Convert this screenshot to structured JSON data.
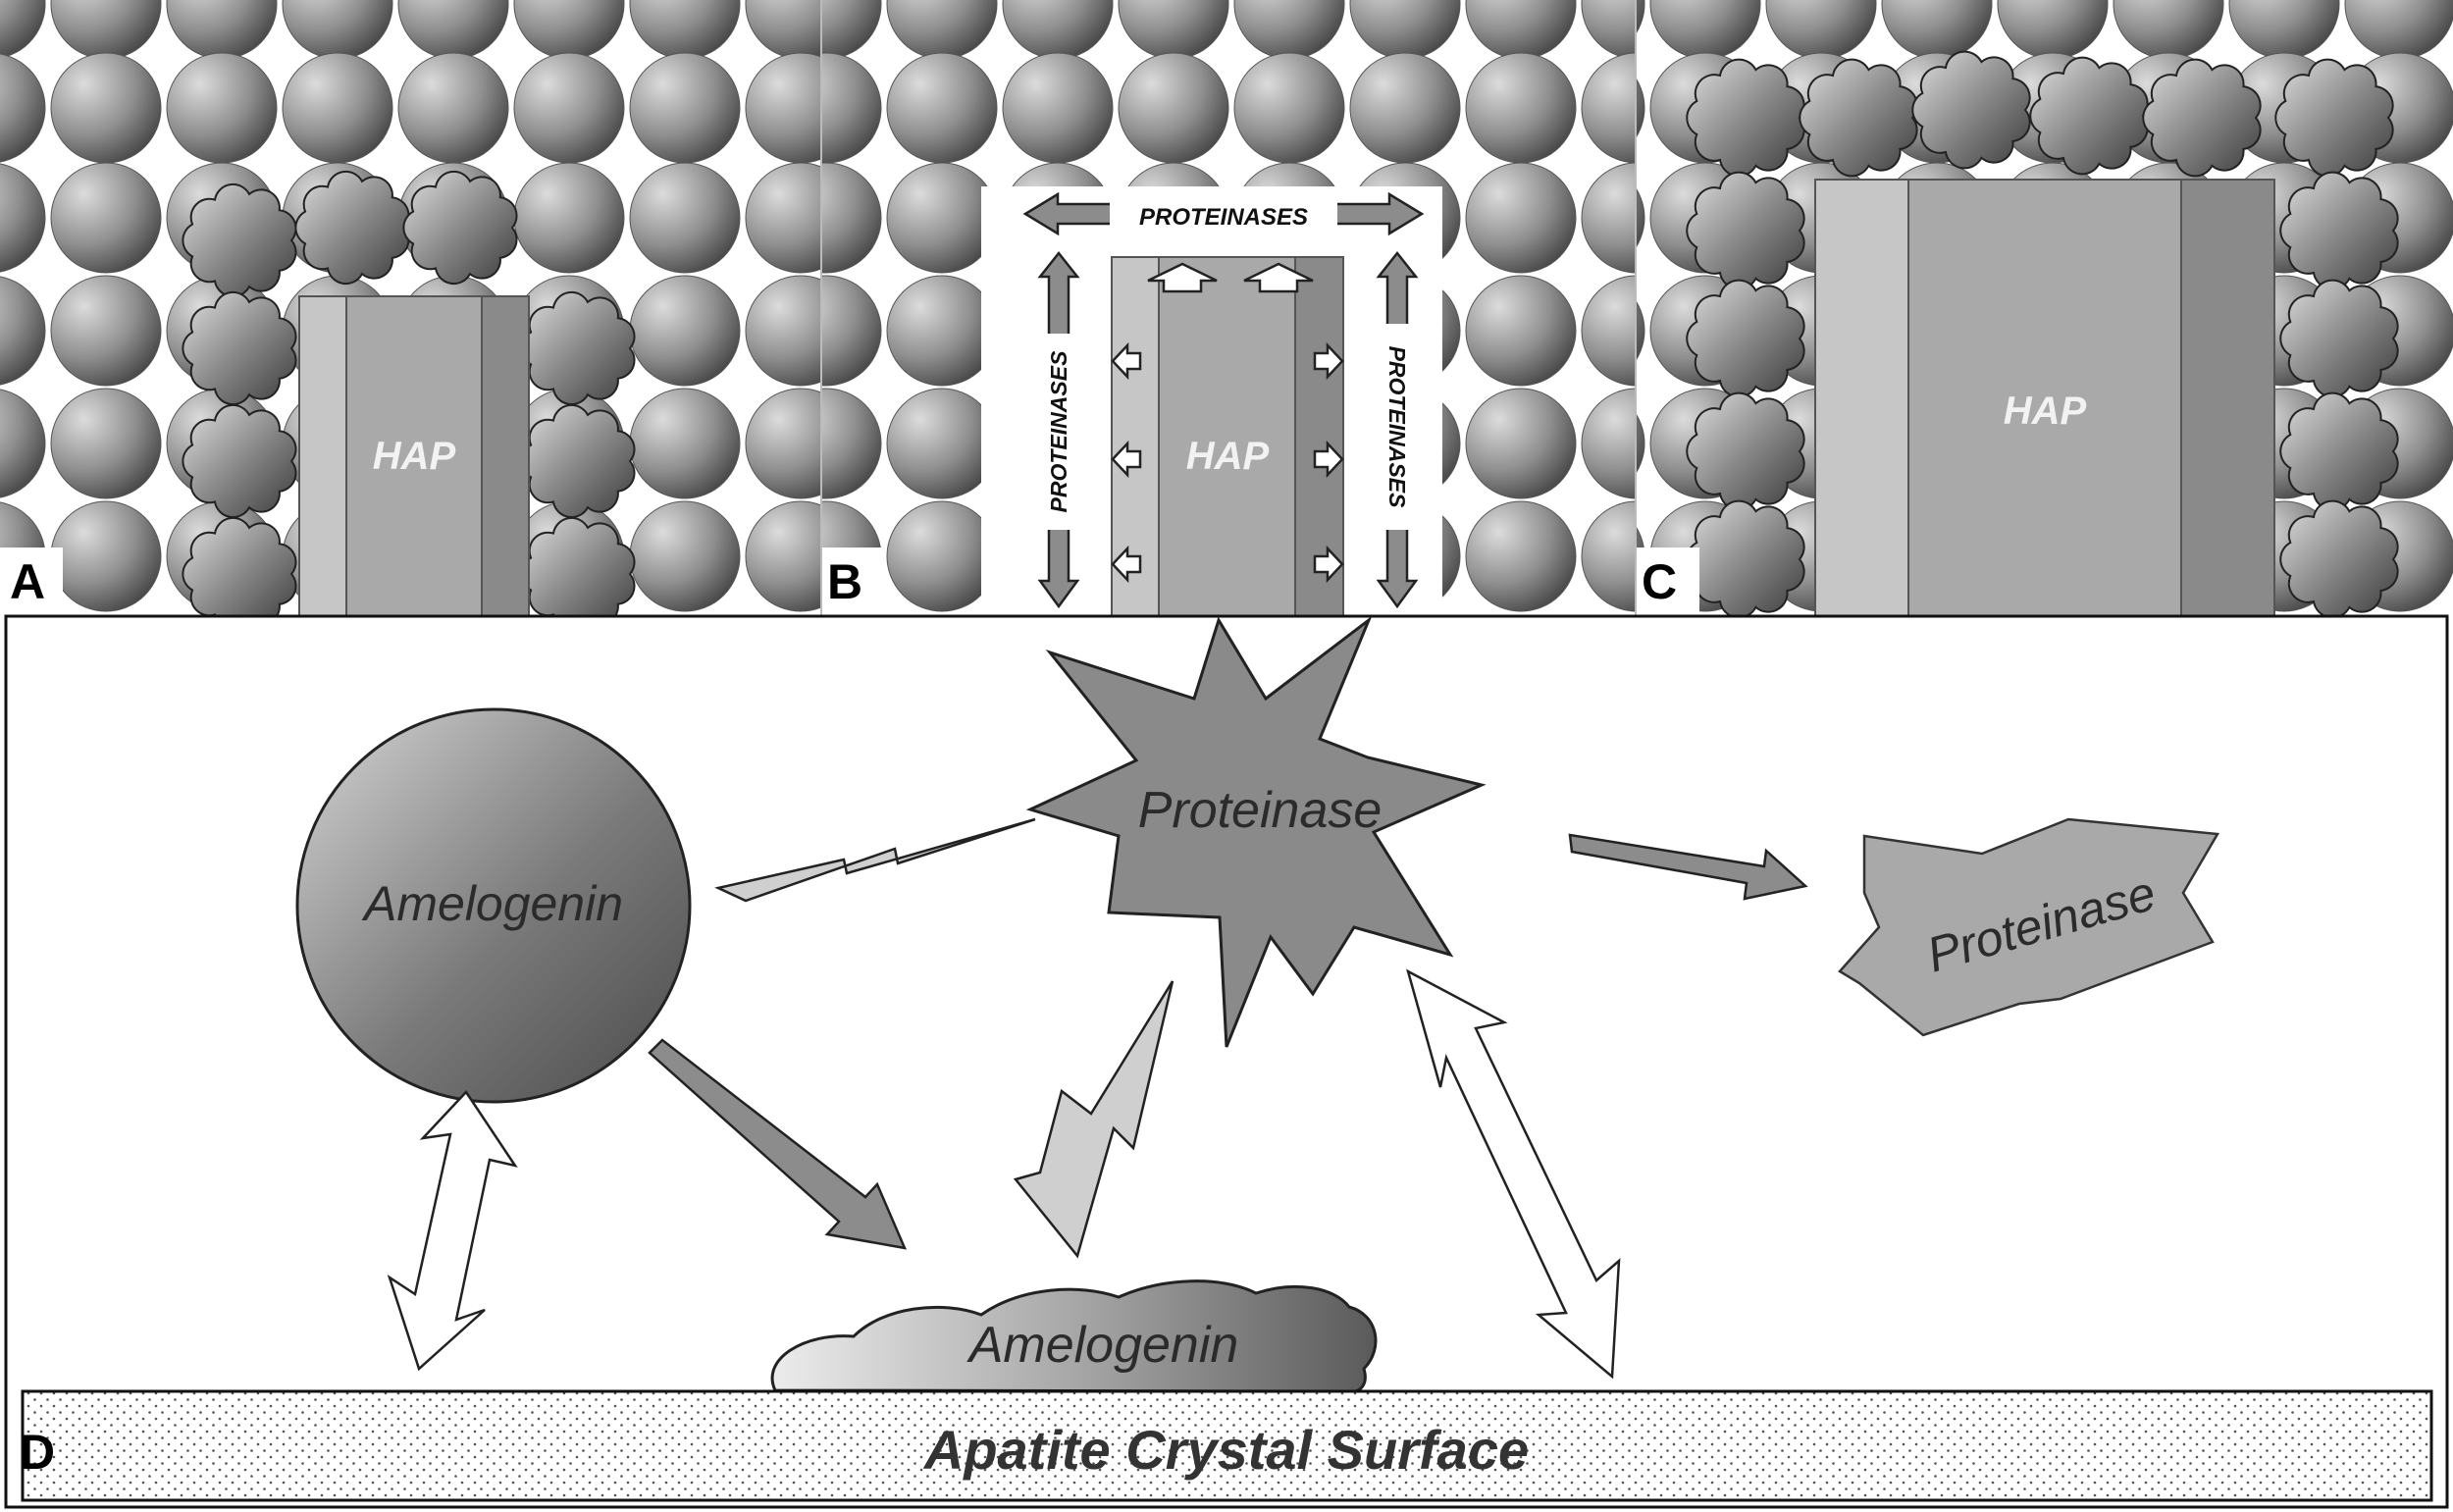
{
  "panels": {
    "a": {
      "letter": "A",
      "hap_label": "HAP"
    },
    "b": {
      "letter": "B",
      "hap_label": "HAP",
      "top_arrow_label": "PROTEINASES",
      "left_arrow_label": "PROTEINASES",
      "right_arrow_label": "PROTEINASES"
    },
    "c": {
      "letter": "C",
      "hap_label": "HAP"
    },
    "d": {
      "letter": "D",
      "amelogenin_sphere_label": "Amelogenin",
      "proteinase_active_label": "Proteinase",
      "proteinase_inactive_label": "Proteinase",
      "amelogenin_cloud_label": "Amelogenin",
      "surface_label": "Apatite Crystal Surface"
    }
  },
  "colors": {
    "sphere_light": "#d4d4d4",
    "sphere_dark": "#3a3a3a",
    "hap_light": "#c6c6c6",
    "hap_mid": "#a9a9a9",
    "hap_dark": "#8a8a8a",
    "arrow_fill": "#8c8c8c",
    "bolt_fill": "#cfcfcf",
    "background": "#ffffff"
  }
}
